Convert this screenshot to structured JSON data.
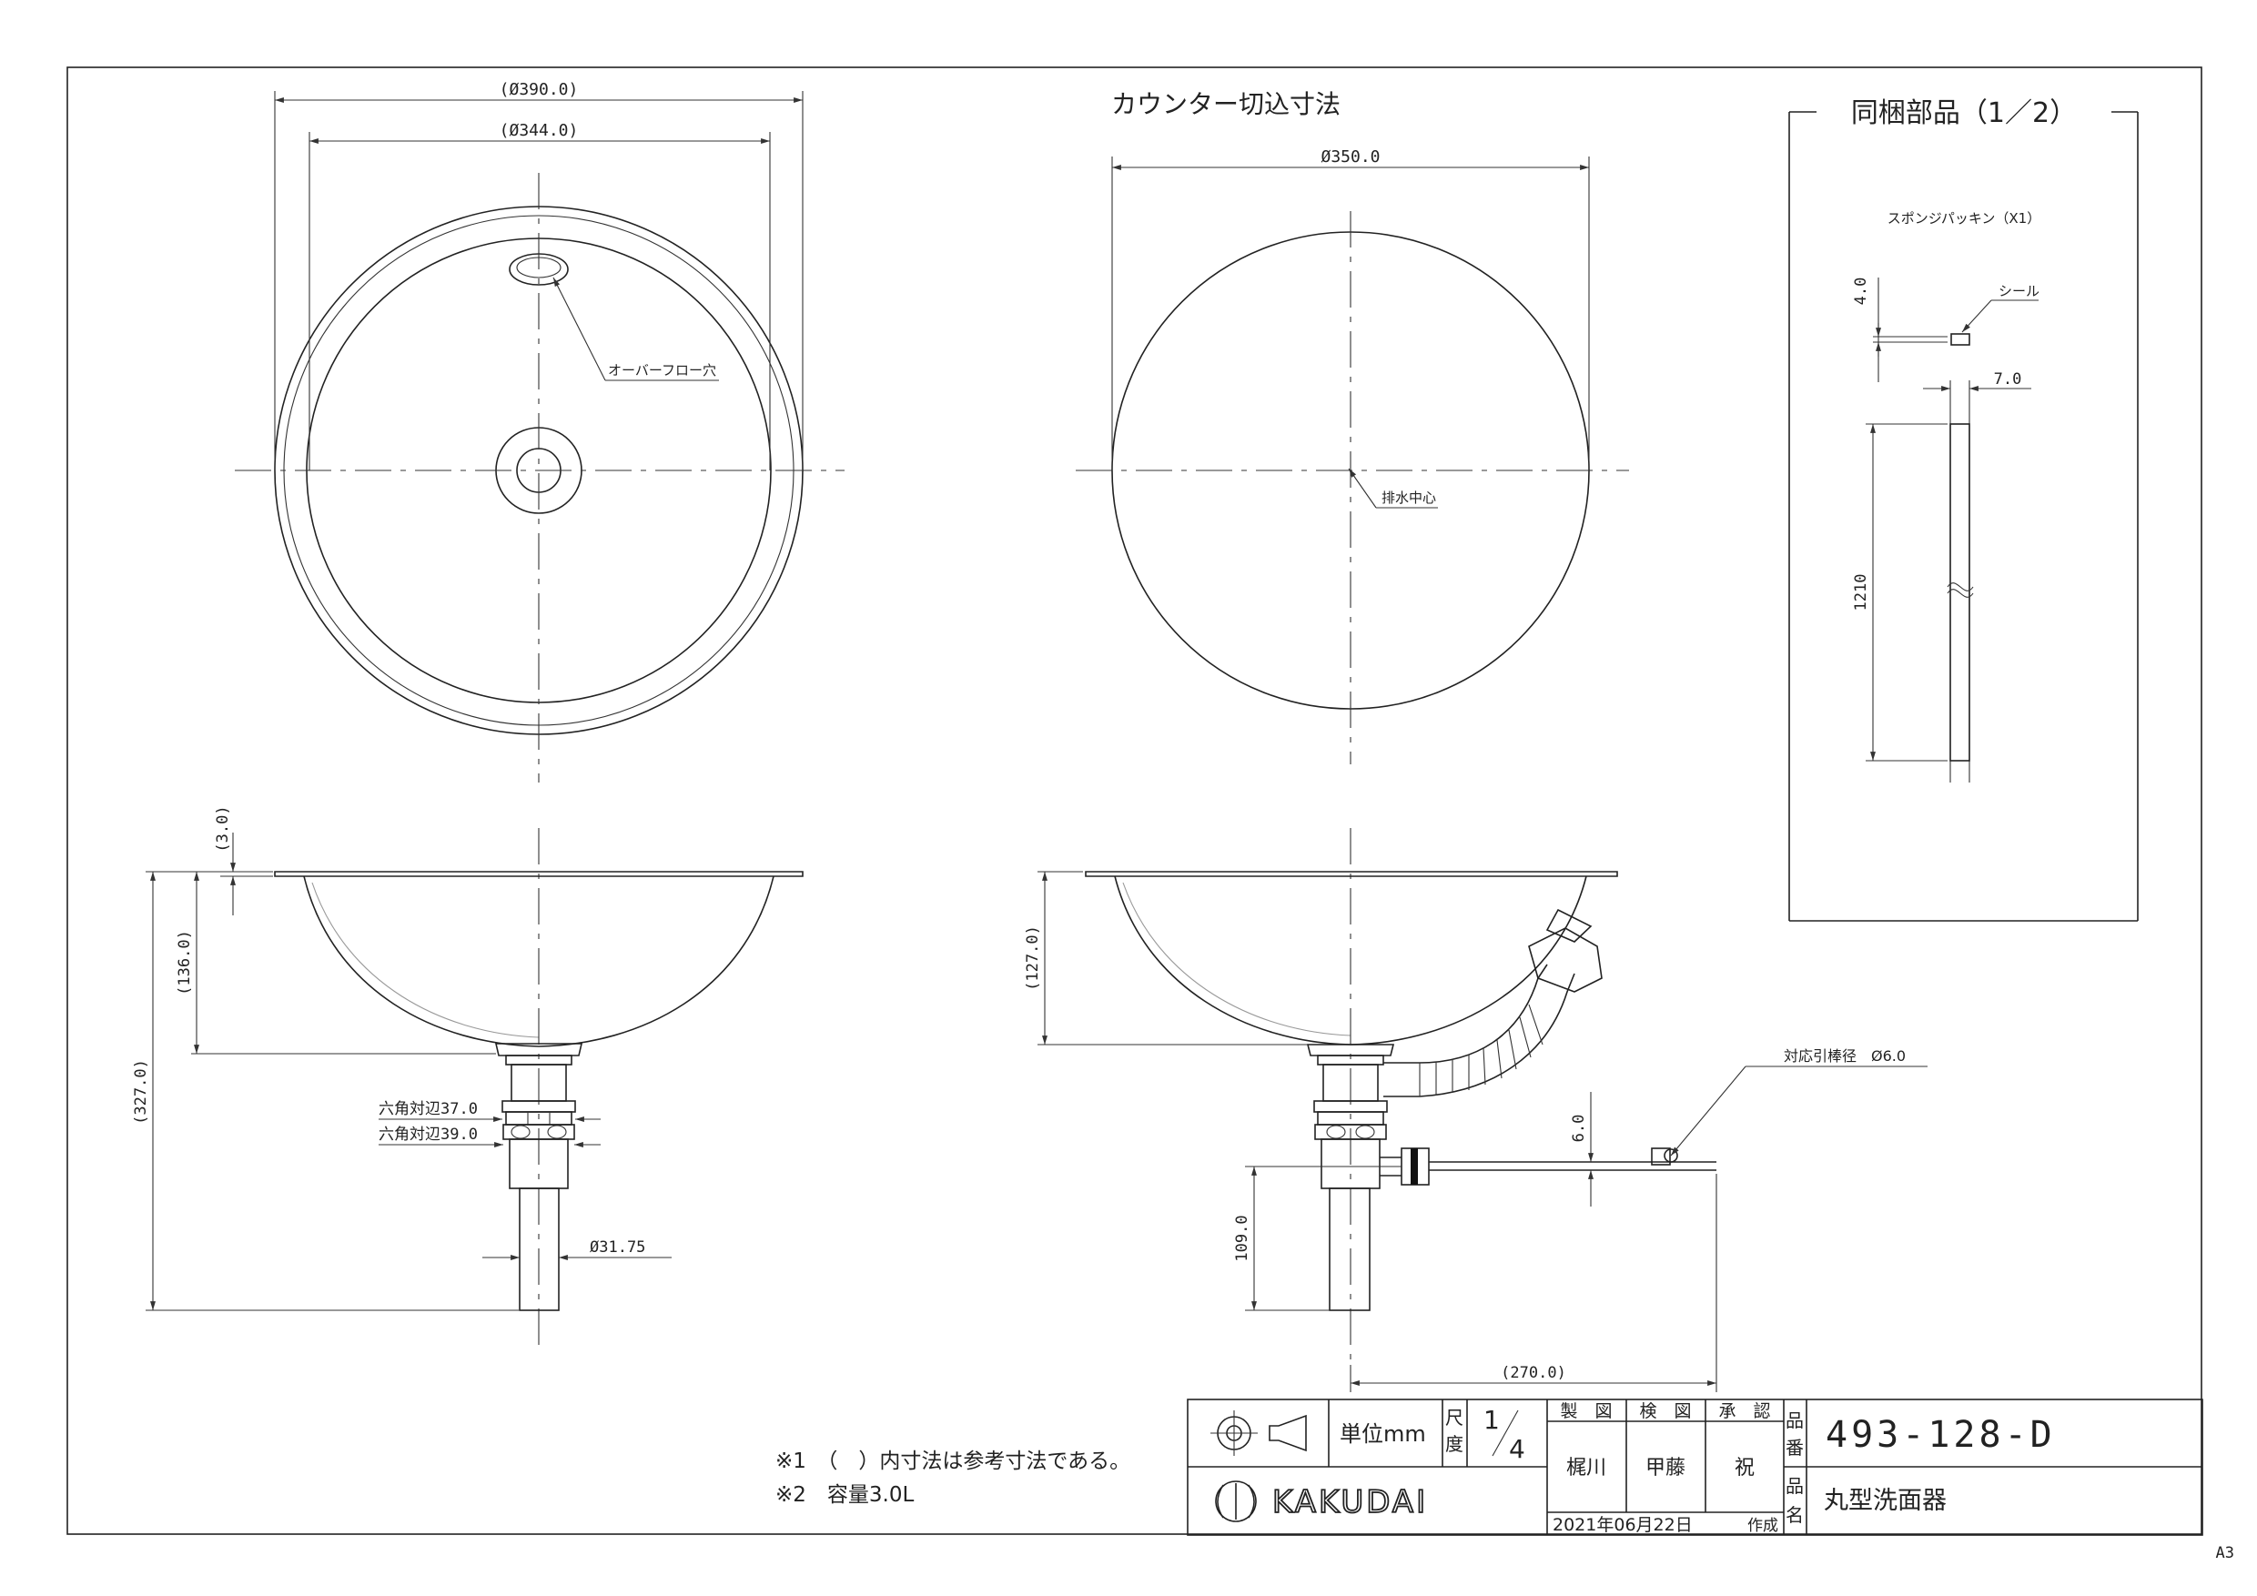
{
  "drawing": {
    "sheet_size": "A3",
    "top_view": {
      "dim_outer": "(Ø390.0)",
      "dim_inner": "(Ø344.0)",
      "overflow_label": "オーバーフロー穴"
    },
    "cutout_view": {
      "title": "カウンター切込寸法",
      "dim_diameter": "Ø350.0",
      "drain_center_label": "排水中心"
    },
    "side_view_left": {
      "dim_rim": "(3.0)",
      "dim_bowl_depth": "(136.0)",
      "dim_total_height": "(327.0)",
      "hex_37": "六角対辺37.0",
      "hex_39": "六角対辺39.0",
      "pipe_diameter": "Ø31.75"
    },
    "side_view_right": {
      "dim_bowl_depth": "(127.0)",
      "dim_pipe_height": "109.0",
      "dim_rod_offset": "6.0",
      "dim_rod_length": "(270.0)",
      "rod_label": "対応引棒径　Ø6.0"
    },
    "parts_box": {
      "title": "同梱部品（1／2）",
      "sponge_label": "スポンジパッキン（X1）",
      "seal_label": "シール",
      "dim_thickness": "4.0",
      "dim_width": "7.0",
      "dim_length": "1210"
    },
    "notes": [
      "※1　（　）内寸法は参考寸法である。",
      "※2　容量3.0L"
    ],
    "title_block": {
      "unit_label": "単位mm",
      "scale_label_1": "尺",
      "scale_label_2": "度",
      "scale_num": "1",
      "scale_den": "4",
      "made_label": "製　図",
      "check_label": "検　図",
      "approve_label": "承　認",
      "made_name": "梶川",
      "check_name": "甲藤",
      "approve_name": "祝",
      "part_no_label_1": "品",
      "part_no_label_2": "番",
      "part_no": "493-128-D",
      "part_name_label_1": "品",
      "part_name_label_2": "名",
      "part_name": "丸型洗面器",
      "date": "2021年06月22日",
      "date_suffix": "作成",
      "brand": "KAKUDAI"
    }
  }
}
